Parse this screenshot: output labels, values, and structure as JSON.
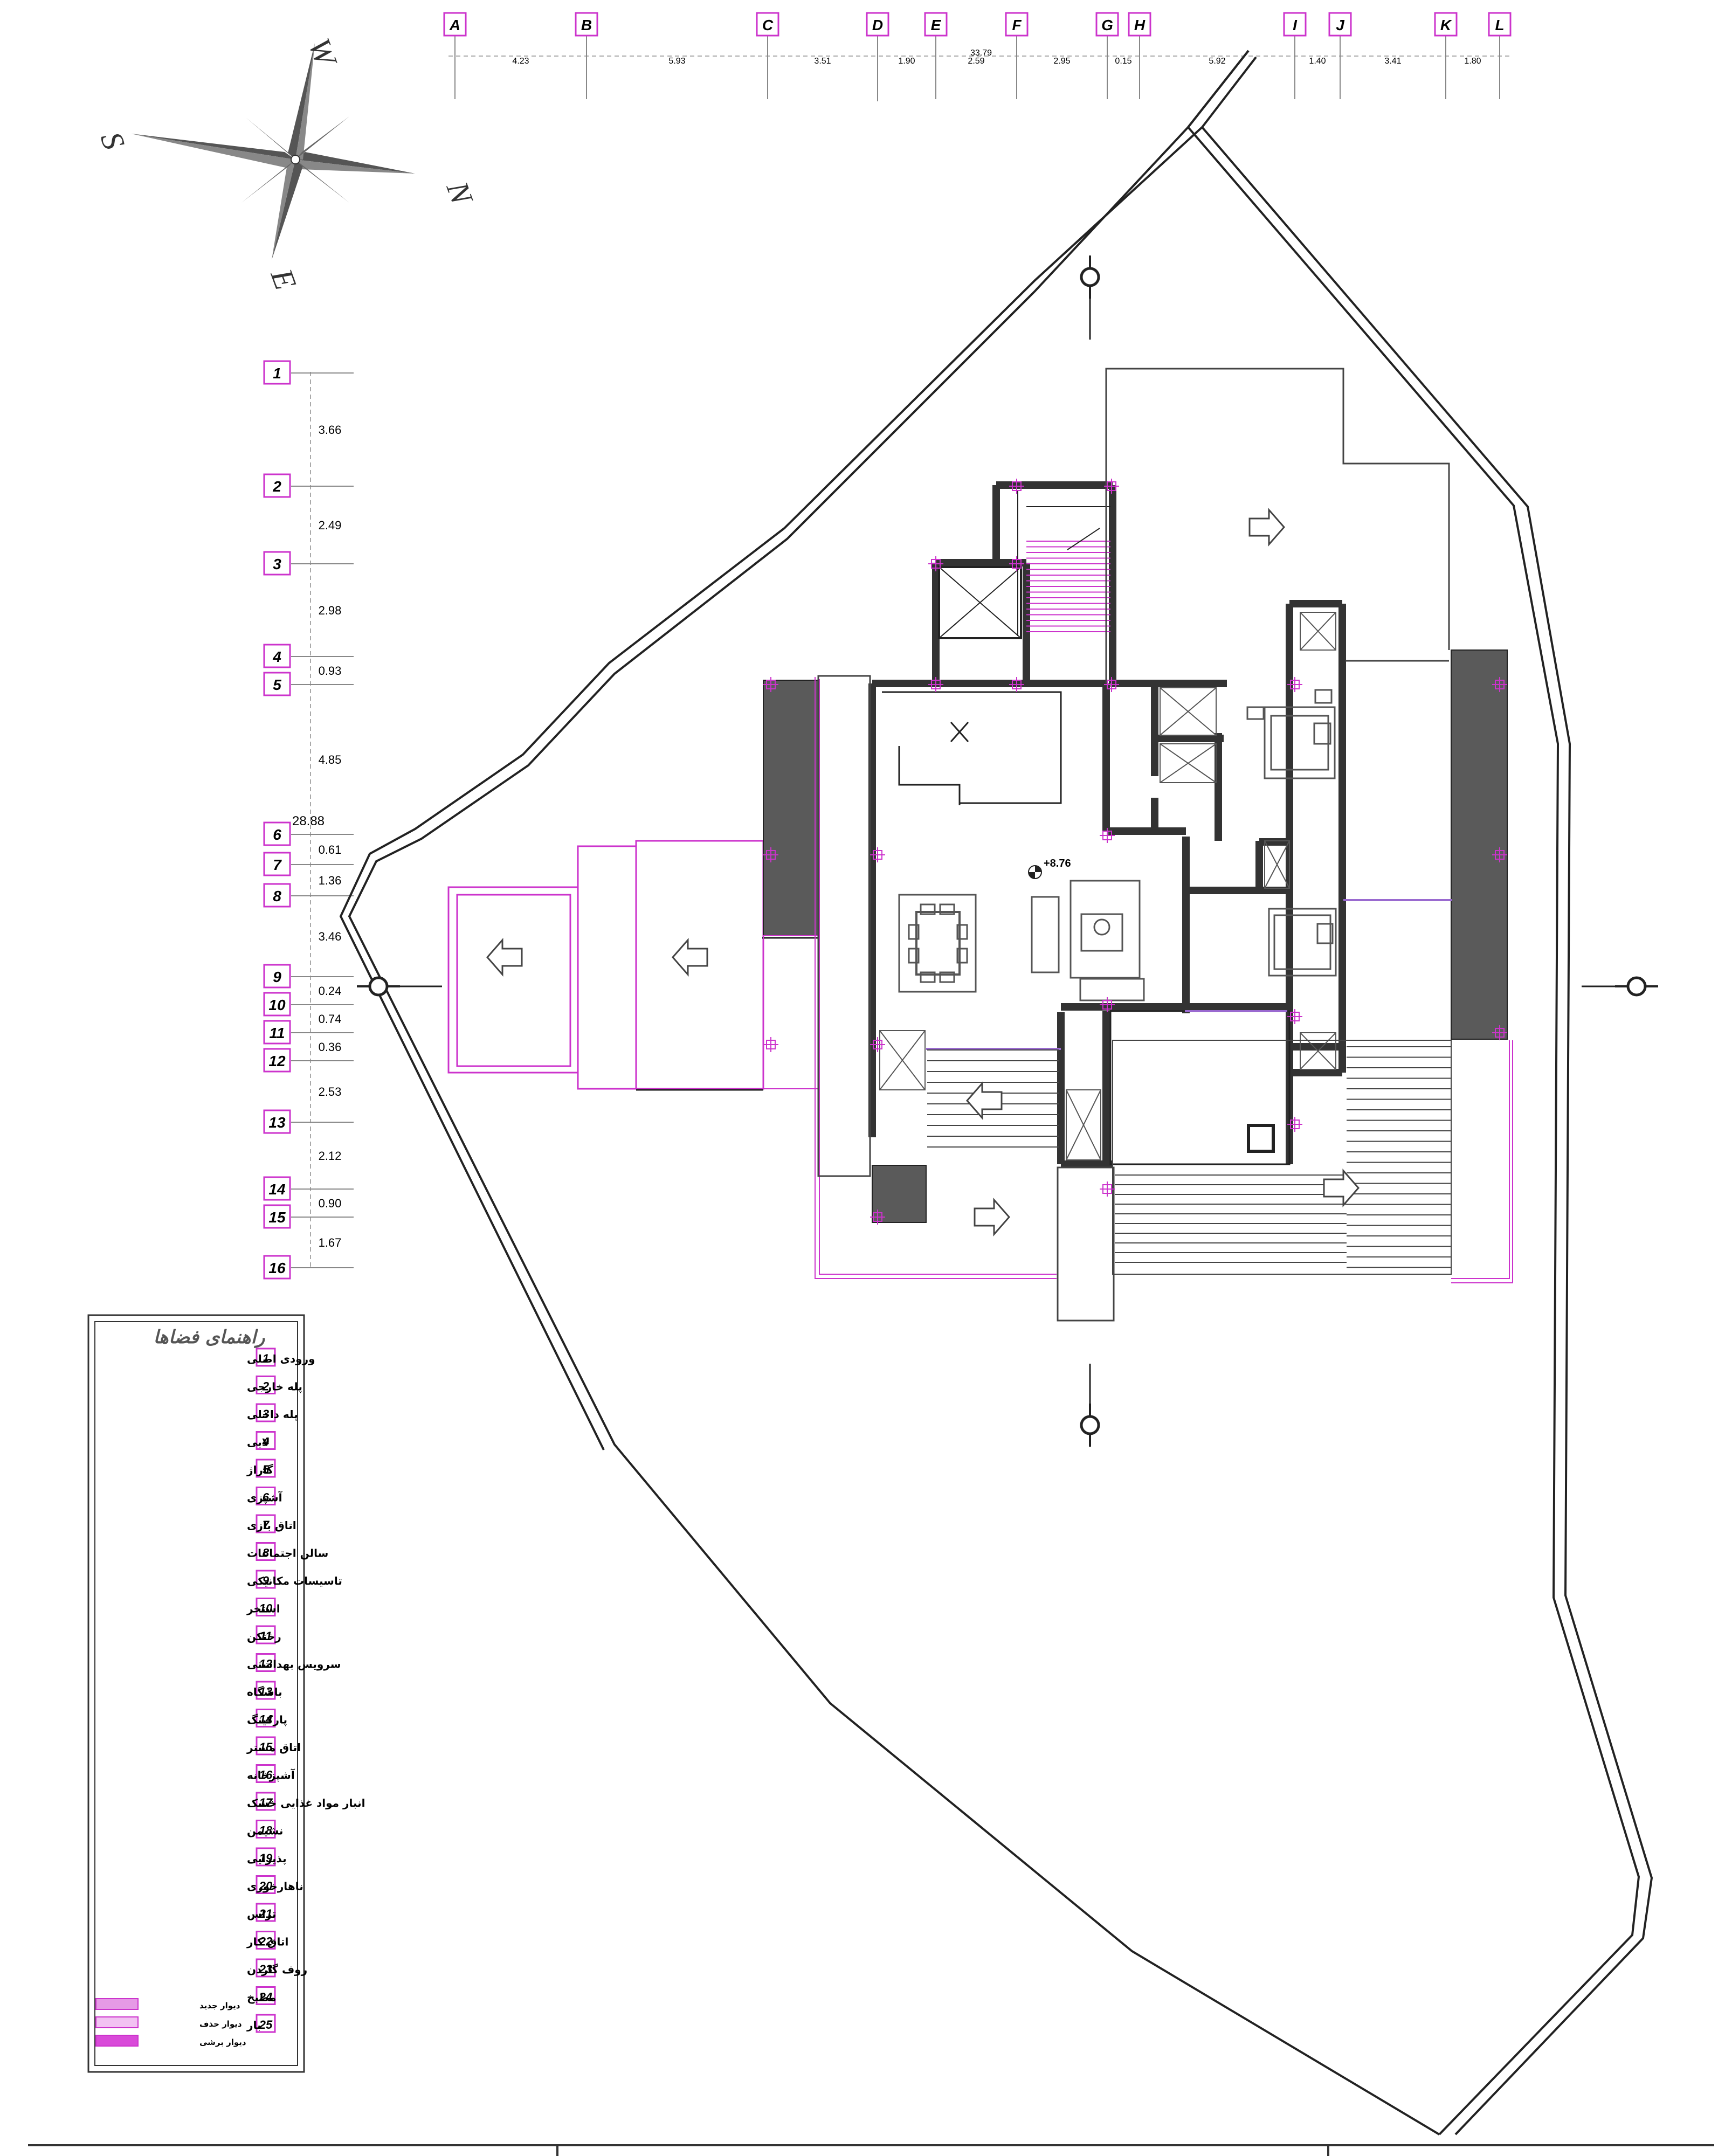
{
  "grid": {
    "columns": [
      "A",
      "B",
      "C",
      "D",
      "E",
      "F",
      "G",
      "H",
      "I",
      "J",
      "K",
      "L"
    ],
    "column_dims": [
      "4.23",
      "5.93",
      "3.51",
      "1.90",
      "2.59",
      "2.95",
      "0.15",
      "5.92",
      "1.40",
      "3.41",
      "1.80"
    ],
    "column_total": "33.79",
    "rows": [
      "1",
      "2",
      "3",
      "4",
      "5",
      "6",
      "7",
      "8",
      "9",
      "10",
      "11",
      "12",
      "13",
      "14",
      "15",
      "16"
    ],
    "row_dims": [
      "3.66",
      "2.49",
      "2.98",
      "0.93",
      "4.85",
      "0.61",
      "1.36",
      "3.46",
      "0.24",
      "0.74",
      "0.36",
      "2.53",
      "2.12",
      "0.90",
      "1.67"
    ],
    "row_total": "28.88"
  },
  "compass": {
    "north": "N",
    "south": "S",
    "east": "E",
    "west": "W"
  },
  "level_mark": "+8.76",
  "legend": {
    "title": "راهنمای فضاها",
    "items": [
      {
        "num": "1",
        "label": "ورودی اصلی"
      },
      {
        "num": "2",
        "label": "پله خارجی"
      },
      {
        "num": "3",
        "label": "پله داخلی"
      },
      {
        "num": "4",
        "label": "لابی"
      },
      {
        "num": "5",
        "label": "گاراژ"
      },
      {
        "num": "6",
        "label": "آشپزی"
      },
      {
        "num": "7",
        "label": "اتاق بازی"
      },
      {
        "num": "8",
        "label": "سالن اجتماعات"
      },
      {
        "num": "9",
        "label": "تاسیسات مکانیکی"
      },
      {
        "num": "10",
        "label": "استخر"
      },
      {
        "num": "11",
        "label": "رختکن"
      },
      {
        "num": "12",
        "label": "سرویس بهداشتی"
      },
      {
        "num": "13",
        "label": "باشگاه"
      },
      {
        "num": "14",
        "label": "پارکینگ"
      },
      {
        "num": "15",
        "label": "اتاق مستر"
      },
      {
        "num": "16",
        "label": "آشپزخانه"
      },
      {
        "num": "17",
        "label": "انبار مواد غذایی خشک"
      },
      {
        "num": "18",
        "label": "نشیمن"
      },
      {
        "num": "19",
        "label": "پذیرایی"
      },
      {
        "num": "20",
        "label": "ناهارخوری"
      },
      {
        "num": "21",
        "label": "تراس"
      },
      {
        "num": "22",
        "label": "اتاق کار"
      },
      {
        "num": "23",
        "label": "روف گاردن"
      },
      {
        "num": "24",
        "label": "مطبخ"
      },
      {
        "num": "25",
        "label": "بار"
      }
    ],
    "wall_keys": [
      {
        "label": "دیوار جدید"
      },
      {
        "label": "دیوار حذف"
      },
      {
        "label": "دیوار برشی"
      }
    ]
  },
  "colors": {
    "magenta": "#cc33cc",
    "wall": "#333333",
    "dark_fill": "#5a5a5a",
    "line": "#222222",
    "grid_line": "#999999"
  }
}
